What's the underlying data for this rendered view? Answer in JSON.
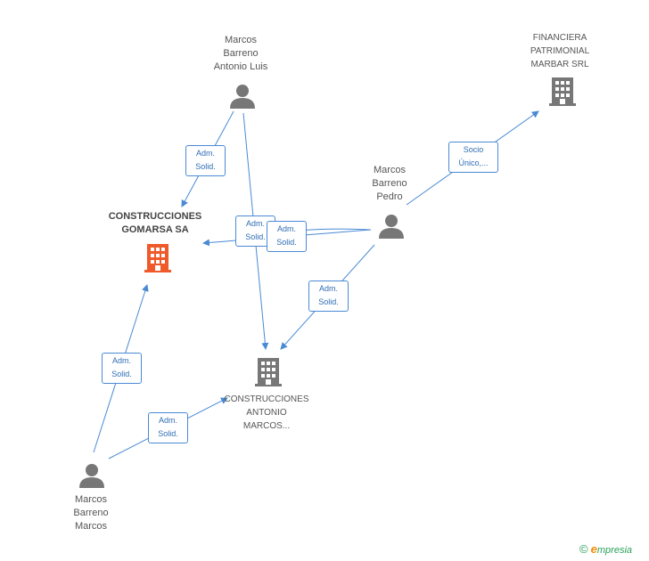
{
  "nodes": {
    "gomarsa": {
      "label": "CONSTRUCCIONES\nGOMARSA SA",
      "color": "#f05a2a",
      "icon": "building-icon"
    },
    "antonio_marcos": {
      "label": "CONSTRUCCIONES\nANTONIO\nMARCOS...",
      "color": "#777777",
      "icon": "building-icon"
    },
    "financiera": {
      "label": "FINANCIERA\nPATRIMONIAL\nMARBAR SRL",
      "color": "#777777",
      "icon": "building-icon"
    },
    "antonio_luis": {
      "label": "Marcos\nBarreno\nAntonio Luis",
      "color": "#777777",
      "icon": "person-icon"
    },
    "pedro": {
      "label": "Marcos\nBarreno\nPedro",
      "color": "#777777",
      "icon": "person-icon"
    },
    "marcos": {
      "label": "Marcos\nBarreno\nMarcos",
      "color": "#777777",
      "icon": "person-icon"
    }
  },
  "edges": [
    {
      "id": "e1",
      "label": "Adm.\nSolid."
    },
    {
      "id": "e2",
      "label": "Adm.\nSolid."
    },
    {
      "id": "e3",
      "label": "Adm.\nSolid."
    },
    {
      "id": "e4",
      "label": "Adm.\nSolid."
    },
    {
      "id": "e5",
      "label": "Socio\nÚnico,..."
    },
    {
      "id": "e6",
      "label": "Adm.\nSolid."
    },
    {
      "id": "e7",
      "label": "Adm.\nSolid."
    }
  ],
  "brand": {
    "copyright": "©",
    "e": "e",
    "rest": "mpresia"
  },
  "colors": {
    "edge": "#4a8ad4",
    "highlight": "#f05a2a",
    "node": "#777777"
  }
}
